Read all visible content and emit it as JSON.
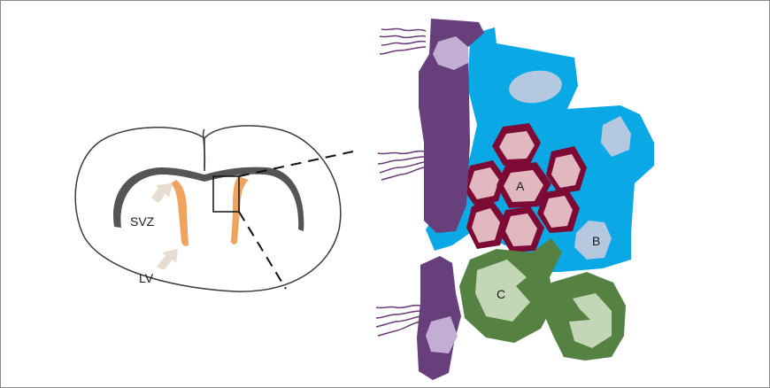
{
  "labels": {
    "svz": "SVZ",
    "lv": "LV",
    "cell_a": "A",
    "cell_b": "B",
    "cell_c": "C"
  },
  "colors": {
    "brain_outline": "#3a3a3a",
    "corpus_callosum": "#5a5a5a",
    "svz": "#f0a35e",
    "migration_arrow": "#e6ddd0",
    "ependymal": "#663f7b",
    "ependymal_nucleus": "#c2aed3",
    "ependymal_cilia": "#6b3a78",
    "type_b": "#0aa9e6",
    "type_b_nucleus": "#b4c8e0",
    "type_a": "#7d0a34",
    "type_a_nucleus": "#e1b8bf",
    "type_c": "#558143",
    "type_c_nucleus": "#c3d6b6"
  },
  "icons": [
    "migration-arrow-icon"
  ]
}
